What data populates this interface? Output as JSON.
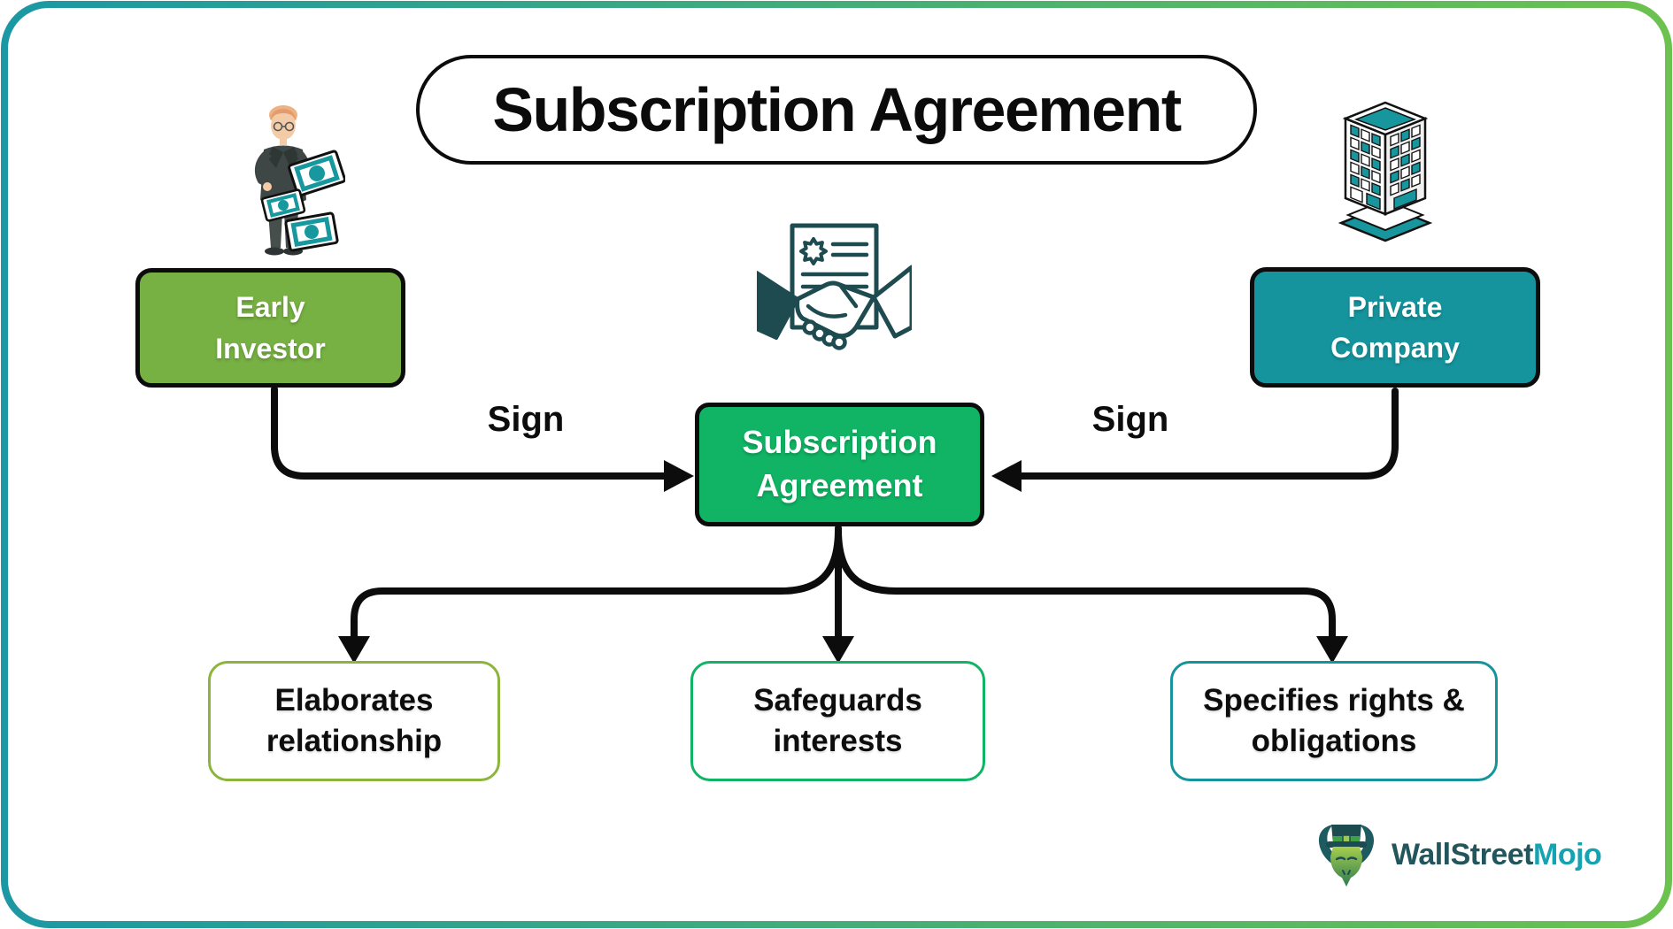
{
  "title": "Subscription Agreement",
  "parties": {
    "investor": {
      "label": "Early Investor",
      "fill": "#77B043"
    },
    "company": {
      "label": "Private Company",
      "fill": "#15949D"
    }
  },
  "agreement": {
    "label": "Subscription Agreement",
    "fill": "#10B464"
  },
  "labels": {
    "sign": "Sign"
  },
  "outcomes": [
    {
      "label": "Elaborates relationship",
      "border": "#8CB53E"
    },
    {
      "label": "Safeguards interests",
      "border": "#10B464"
    },
    {
      "label": "Specifies rights & obligations",
      "border": "#15949D"
    }
  ],
  "brand": {
    "first": "WallStreet",
    "second": "Mojo",
    "first_color": "#23565C",
    "second_color": "#16A3B1"
  },
  "icons": {
    "investor": "investor-cash-icon",
    "agreement": "handshake-contract-icon",
    "company": "office-building-icon",
    "brand": "bull-mascot-icon"
  },
  "colors": {
    "frame_start": "#1B98A4",
    "frame_end": "#6CC24E",
    "arrow": "#0C0C0C"
  }
}
